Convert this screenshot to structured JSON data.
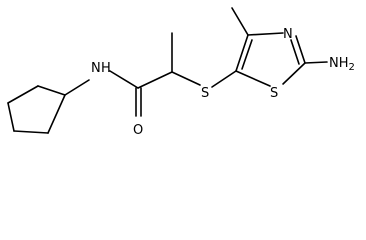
{
  "molecule": {
    "atoms": {
      "nh": "N",
      "h": "H",
      "o": "O",
      "s_thioether": "S",
      "s_ring": "S",
      "n_ring": "N",
      "nh2": "NH",
      "nh2_sub": "2"
    }
  }
}
